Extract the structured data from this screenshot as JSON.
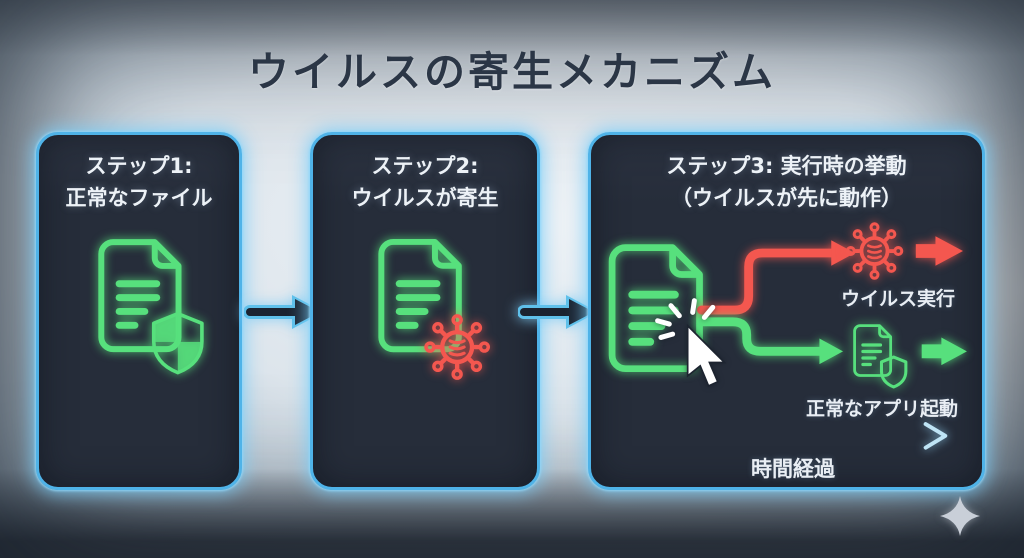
{
  "title": "ウイルスの寄生メカニズム",
  "panels": [
    {
      "id": "step-1",
      "heading_line1": "ステップ1:",
      "heading_line2": "正常なファイル",
      "icon": "document-shield-icon"
    },
    {
      "id": "step-2",
      "heading_line1": "ステップ2:",
      "heading_line2": "ウイルスが寄生",
      "icon": "document-virus-icon"
    },
    {
      "id": "step-3",
      "heading_line1": "ステップ3: 実行時の挙動",
      "heading_line2": "（ウイルスが先に動作）",
      "icon": "document-cursor-icon"
    }
  ],
  "step3": {
    "virus_branch_label": "ウイルス実行",
    "app_branch_label": "正常なアプリ起動",
    "time_axis_label": "時間経過"
  },
  "icons": {
    "between_panels": "arrow-right-icon",
    "virus": "virus-icon",
    "cursor": "cursor-click-icon",
    "shield": "shield-checkered-icon",
    "corner": "sparkle-icon"
  },
  "colors": {
    "neon_green": "#57e07d",
    "neon_red": "#f4574f",
    "panel_border_blue": "#4fb3e8",
    "panel_background": "#262d3a",
    "title_text": "#2b3646",
    "body_text": "#edf2f7",
    "time_axis_blue": "#bce4f6",
    "sparkle_gray": "#c9cfd8"
  }
}
